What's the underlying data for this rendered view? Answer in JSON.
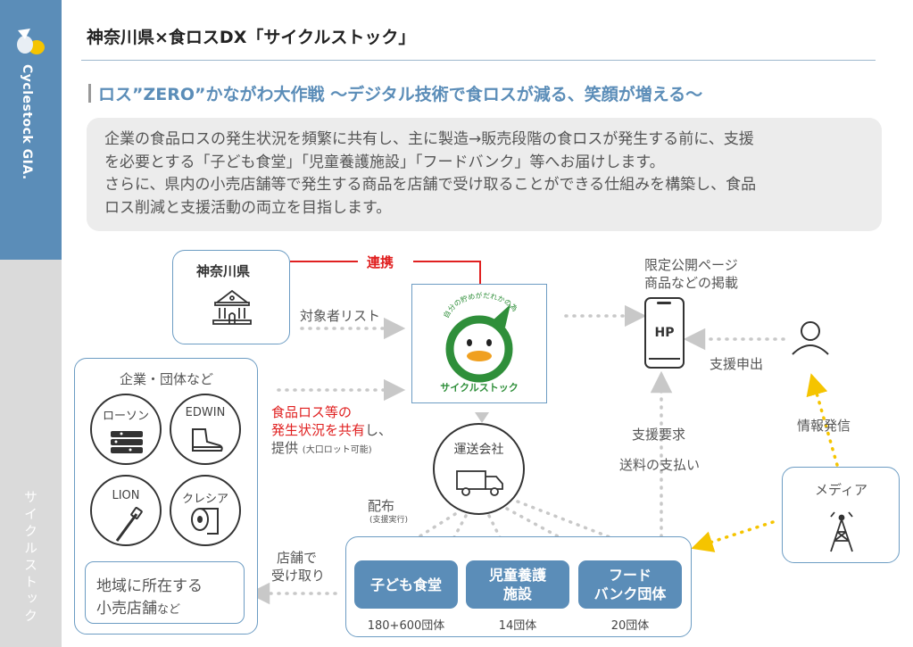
{
  "sidebar": {
    "brand_text": "Cyclestock GIA.",
    "section_text": "サイクルストック"
  },
  "header": {
    "title": "神奈川県×食ロスDX「サイクルストック」",
    "subtitle": "ロス”ZERO”かながわ大作戦 〜デジタル技術で食ロスが減る、笑顔が増える〜"
  },
  "lead": {
    "lines": [
      "企業の食品ロスの発生状況を頻繁に共有し、主に製造→販売段階の食ロスが発生する前に、支援",
      "を必要とする「子ども食堂」「児童養護施設」「フードバンク」等へお届けします。",
      "さらに、県内の小売店舗等で発生する商品を店舗で受け取ることができる仕組みを構築し、食品",
      "ロス削減と支援活動の両立を目指します。"
    ]
  },
  "diagram": {
    "kanagawa_label": "神奈川県",
    "renkei_label": "連携",
    "target_list_label": "対象者リスト",
    "logo": {
      "arc_text": "自分の貯めがだれかの為に",
      "bottom_text": "サイクルストック"
    },
    "companies": {
      "title": "企業・団体など",
      "items": [
        "ローソン",
        "EDWIN",
        "LION",
        "クレシア"
      ]
    },
    "share": {
      "line1": "食品ロス等の",
      "line2_red": "発生状況を共有",
      "line2_rest": "し、",
      "line3": "提供",
      "note": "(大口ロット可能)"
    },
    "transport": "運送会社",
    "delivery": {
      "label": "配布",
      "note": "(支援実行)"
    },
    "store_pickup": {
      "line1": "店舗で",
      "line2": "受け取り"
    },
    "local_stores": {
      "line1": "地域に所在する",
      "line2_main": "小売店舗",
      "line2_small": "など"
    },
    "hp": {
      "label1": "限定公開ページ",
      "label2": "商品などの掲載",
      "icon_text": "HP"
    },
    "support_request": "支援申出",
    "support_demand": "支援要求",
    "shipping": "送料の支払い",
    "info": "情報発信",
    "media": "メディア",
    "recipients": [
      {
        "name_line1": "子ども食堂",
        "name_line2": "",
        "count": "180+600団体"
      },
      {
        "name_line1": "児童養護",
        "name_line2": "施設",
        "count": "14団体"
      },
      {
        "name_line1": "フード",
        "name_line2": "バンク団体",
        "count": "20団体"
      }
    ]
  },
  "colors": {
    "accent": "#5b8db8",
    "red": "#e02020",
    "logo_green": "#2f8f3a",
    "yellow": "#f5c400"
  }
}
